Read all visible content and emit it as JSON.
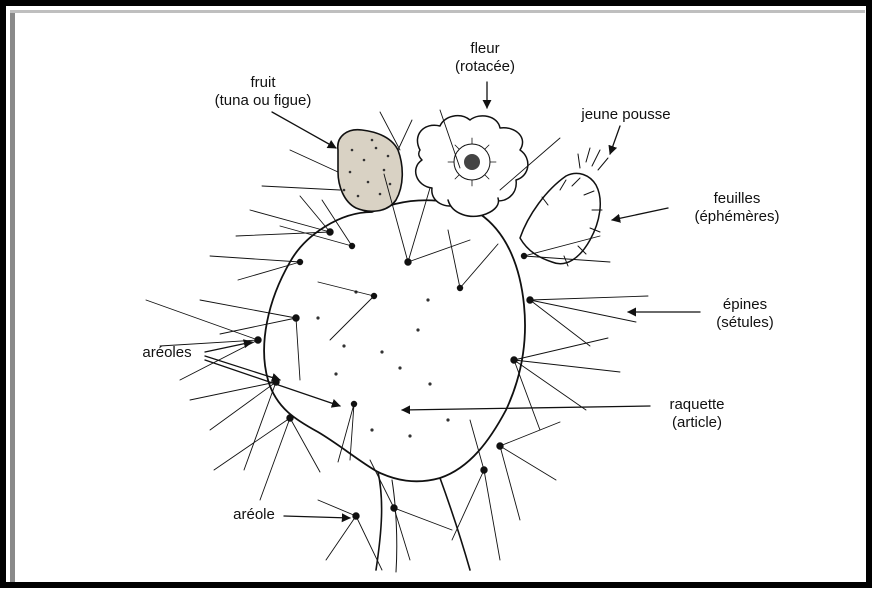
{
  "labels": {
    "fruit": {
      "line1": "fruit",
      "line2": "(tuna ou figue)"
    },
    "fleur": {
      "line1": "fleur",
      "line2": "(rotacée)"
    },
    "jeune_pousse": {
      "line1": "jeune pousse"
    },
    "feuilles": {
      "line1": "feuilles",
      "line2": "(éphémères)"
    },
    "epines": {
      "line1": "épines",
      "line2": "(sétules)"
    },
    "areoles": {
      "line1": "aréoles"
    },
    "raquette": {
      "line1": "raquette",
      "line2": "(article)"
    },
    "areole": {
      "line1": "aréole"
    }
  },
  "colors": {
    "frame_border": "#000000",
    "frame_shadow": "#8a8a8a",
    "ink": "#111111",
    "fruit_fill": "#d9d2c4",
    "flower_center": "#555555"
  }
}
